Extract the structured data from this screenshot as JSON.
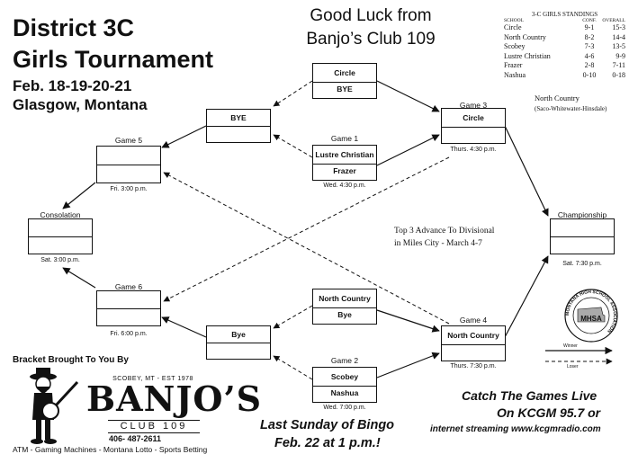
{
  "header": {
    "title_line1": "District 3C",
    "title_line2": "Girls Tournament",
    "dates": "Feb. 18-19-20-21",
    "location": "Glasgow, Montana"
  },
  "sponsor_top": {
    "line1": "Good Luck from",
    "line2": "Banjo’s Club 109"
  },
  "standings": {
    "title": "3-C GIRLS STANDINGS",
    "col_school": "SCHOOL",
    "col_conf": "CONF.",
    "col_overall": "OVERALL",
    "rows": [
      {
        "school": "Circle",
        "conf": "9-1",
        "overall": "15-3"
      },
      {
        "school": "North Country",
        "conf": "8-2",
        "overall": "14-4"
      },
      {
        "school": "Scobey",
        "conf": "7-3",
        "overall": "13-5"
      },
      {
        "school": "Lustre Christian",
        "conf": "4-6",
        "overall": "9-9"
      },
      {
        "school": "Frazer",
        "conf": "2-8",
        "overall": "7-11"
      },
      {
        "school": "Nashua",
        "conf": "0-10",
        "overall": "0-18"
      }
    ]
  },
  "north_country_note": {
    "line1": "North Country",
    "line2": "(Saco-Whitewater-Hinsdale)"
  },
  "bracket": {
    "top_pair": {
      "team1": "Circle",
      "team2": "BYE"
    },
    "game1": {
      "label": "Game 1",
      "team1": "Lustre Christian",
      "team2": "Frazer",
      "time": "Wed. 4:30 p.m."
    },
    "bye_top": {
      "team1": "BYE",
      "team2": ""
    },
    "game3": {
      "label": "Game 3",
      "team1": "Circle",
      "team2": "",
      "time": "Thurs. 4:30 p.m."
    },
    "game5": {
      "label": "Game 5",
      "time": "Fri. 3:00 p.m."
    },
    "consolation": {
      "label": "Consolation",
      "time": "Sat. 3:00 p.m."
    },
    "championship": {
      "label": "Championship",
      "time": "Sat. 7:30 p.m."
    },
    "game6": {
      "label": "Game 6",
      "time": "Fri. 6:00 p.m."
    },
    "bottom_pair": {
      "team1": "North Country",
      "team2": "Bye"
    },
    "bye_bottom": {
      "team1": "Bye",
      "team2": ""
    },
    "game2": {
      "label": "Game 2",
      "team1": "Scobey",
      "team2": "Nashua",
      "time": "Wed. 7:00 p.m."
    },
    "game4": {
      "label": "Game 4",
      "team1": "North Country",
      "team2": "",
      "time": "Thurs. 7:30 p.m."
    }
  },
  "advance_note": {
    "line1": "Top  3 Advance To Divisional",
    "line2": "in Miles City - March 4-7"
  },
  "legend": {
    "winner": "Winner",
    "loser": "Loser"
  },
  "mhsa_logo": {
    "ring_text": "MONTANA HIGH SCHOOL ASSOCIATION",
    "center": "MHSA"
  },
  "footer_sponsor": {
    "brought_by": "Bracket Brought To You By",
    "est": "SCOBEY, MT - EST 1978",
    "brand": "BANJO’S",
    "club": "CLUB 109",
    "phone": "406- 487-2611",
    "services": "ATM - Gaming Machines - Montana Lotto -  Sports Betting"
  },
  "bingo": {
    "line1": "Last Sunday of Bingo",
    "line2": "Feb. 22 at 1 p.m.!"
  },
  "radio": {
    "line1": "Catch The Games Live",
    "line2": "On KCGM 95.7 or",
    "line3": "internet streaming  www.kcgmradio.com"
  }
}
